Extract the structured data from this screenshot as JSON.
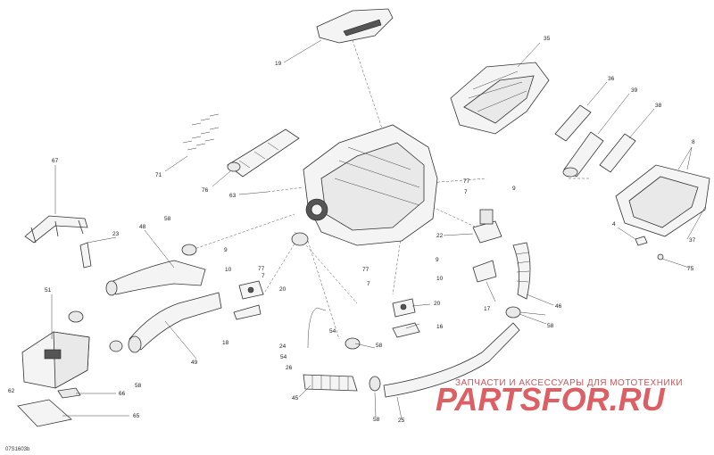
{
  "diagram": {
    "callouts": [
      {
        "id": "19",
        "text": "19"
      },
      {
        "id": "35",
        "text": "35"
      },
      {
        "id": "36",
        "text": "36"
      },
      {
        "id": "39",
        "text": "39"
      },
      {
        "id": "38",
        "text": "38"
      },
      {
        "id": "8",
        "text": "8"
      },
      {
        "id": "71",
        "text": "71"
      },
      {
        "id": "76",
        "text": "76"
      },
      {
        "id": "63",
        "text": "63"
      },
      {
        "id": "67",
        "text": "67"
      },
      {
        "id": "58a",
        "text": "58"
      },
      {
        "id": "48",
        "text": "48"
      },
      {
        "id": "23",
        "text": "23"
      },
      {
        "id": "9a",
        "text": "9"
      },
      {
        "id": "10a",
        "text": "10"
      },
      {
        "id": "77a",
        "text": "77"
      },
      {
        "id": "7a",
        "text": "7"
      },
      {
        "id": "20a",
        "text": "20"
      },
      {
        "id": "51",
        "text": "51"
      },
      {
        "id": "18",
        "text": "18"
      },
      {
        "id": "49",
        "text": "49"
      },
      {
        "id": "58b",
        "text": "58"
      },
      {
        "id": "62",
        "text": "62"
      },
      {
        "id": "66",
        "text": "66"
      },
      {
        "id": "65",
        "text": "65"
      },
      {
        "id": "77b",
        "text": "77"
      },
      {
        "id": "7b",
        "text": "7"
      },
      {
        "id": "9b",
        "text": "9"
      },
      {
        "id": "22",
        "text": "22"
      },
      {
        "id": "77c",
        "text": "77"
      },
      {
        "id": "7c",
        "text": "7"
      },
      {
        "id": "9c",
        "text": "9"
      },
      {
        "id": "10b",
        "text": "10"
      },
      {
        "id": "20b",
        "text": "20"
      },
      {
        "id": "16",
        "text": "16"
      },
      {
        "id": "17",
        "text": "17"
      },
      {
        "id": "46",
        "text": "46"
      },
      {
        "id": "58c",
        "text": "58"
      },
      {
        "id": "4",
        "text": "4"
      },
      {
        "id": "37",
        "text": "37"
      },
      {
        "id": "75",
        "text": "75"
      },
      {
        "id": "24",
        "text": "24"
      },
      {
        "id": "54a",
        "text": "54"
      },
      {
        "id": "54b",
        "text": "54"
      },
      {
        "id": "26",
        "text": "26"
      },
      {
        "id": "58d",
        "text": "58"
      },
      {
        "id": "45",
        "text": "45"
      },
      {
        "id": "58e",
        "text": "58"
      },
      {
        "id": "25",
        "text": "25"
      }
    ],
    "figure_code": "07S1603b"
  },
  "watermark": {
    "line": "ЗАПЧАСТИ И АКСЕССУАРЫ ДЛЯ МОТОТЕХНИКИ",
    "logo": "PARTSFOR.RU"
  },
  "colors": {
    "line": "#333333",
    "watermark": "#d8444a"
  }
}
